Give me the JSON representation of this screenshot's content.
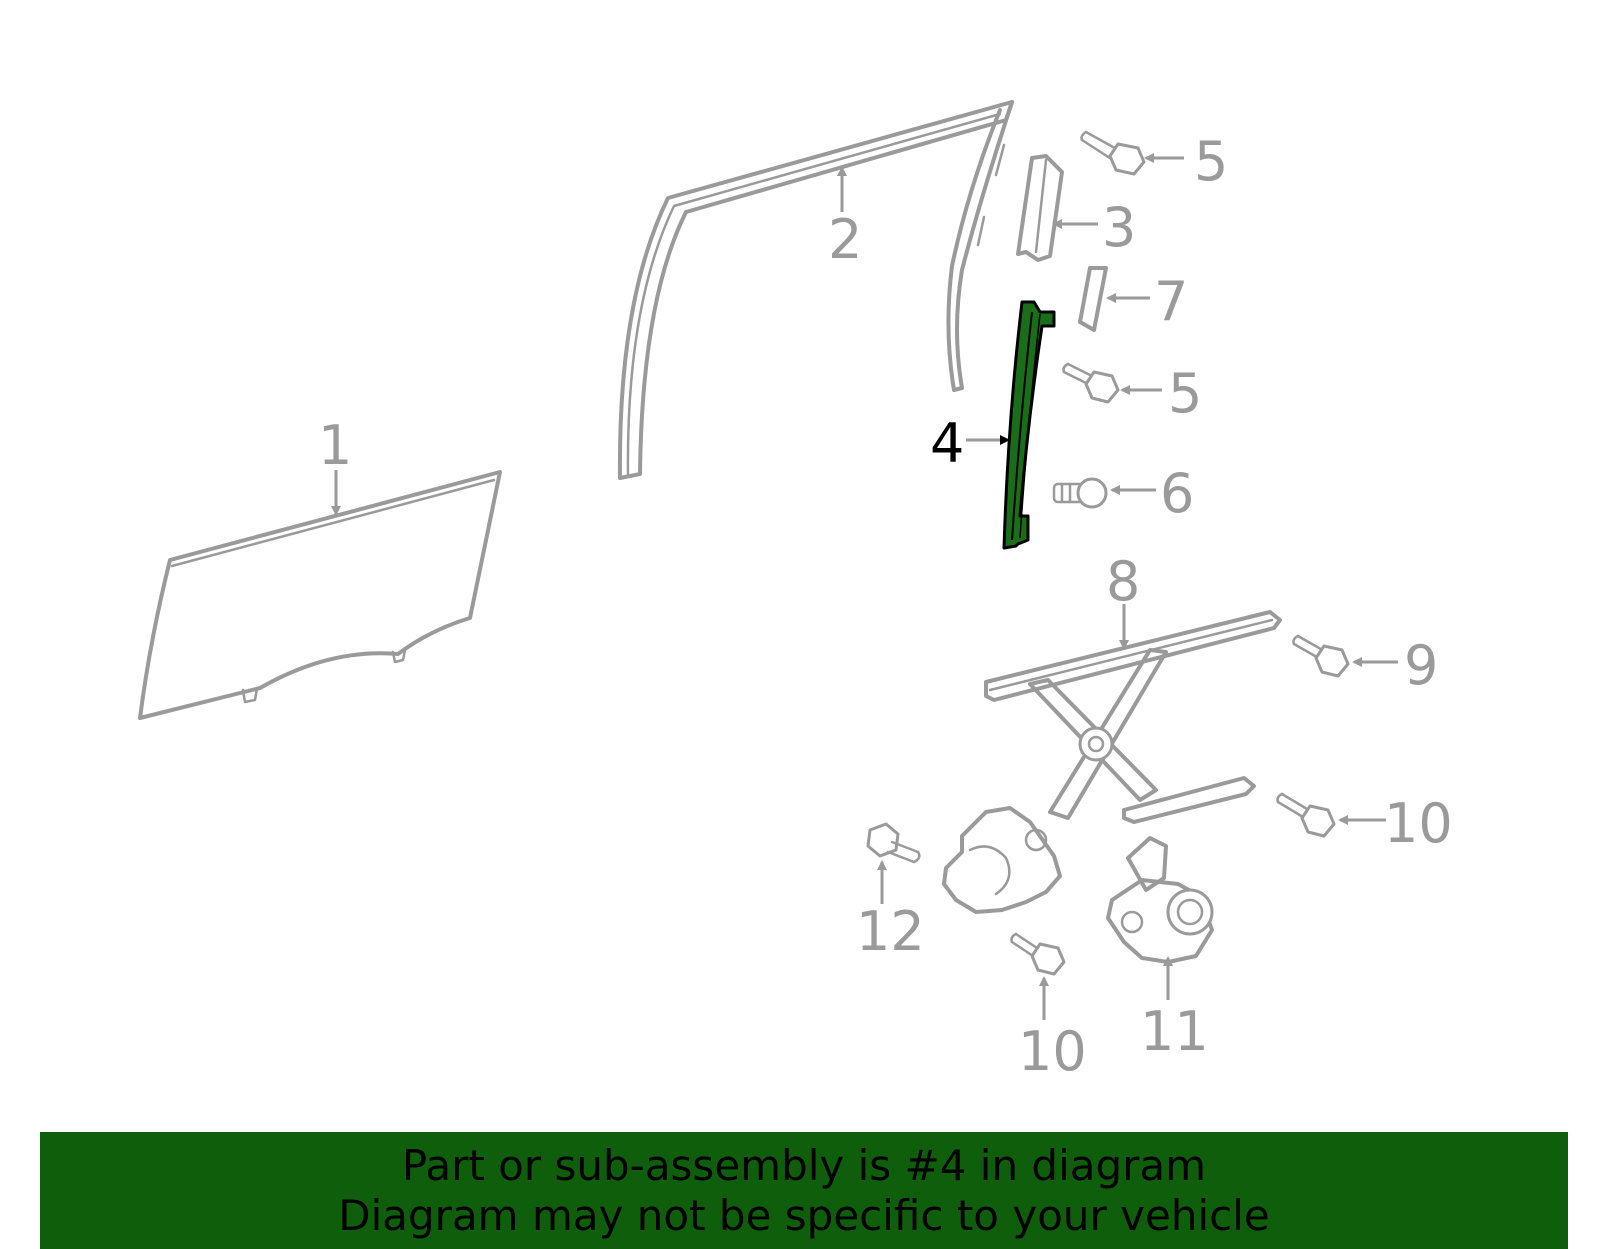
{
  "diagram": {
    "callouts": {
      "c1": "1",
      "c2": "2",
      "c3": "3",
      "c4": "4",
      "c5a": "5",
      "c5b": "5",
      "c6": "6",
      "c7": "7",
      "c8": "8",
      "c9": "9",
      "c10a": "10",
      "c10b": "10",
      "c11": "11",
      "c12": "12"
    },
    "highlighted_part": "4",
    "highlight_color": "#1a6e1a",
    "part_color": "#9a9a9a"
  },
  "banner": {
    "line1": "Part or sub-assembly is #4 in diagram",
    "line2": "Diagram may not be specific to your vehicle",
    "color": "#0f5e0c"
  }
}
